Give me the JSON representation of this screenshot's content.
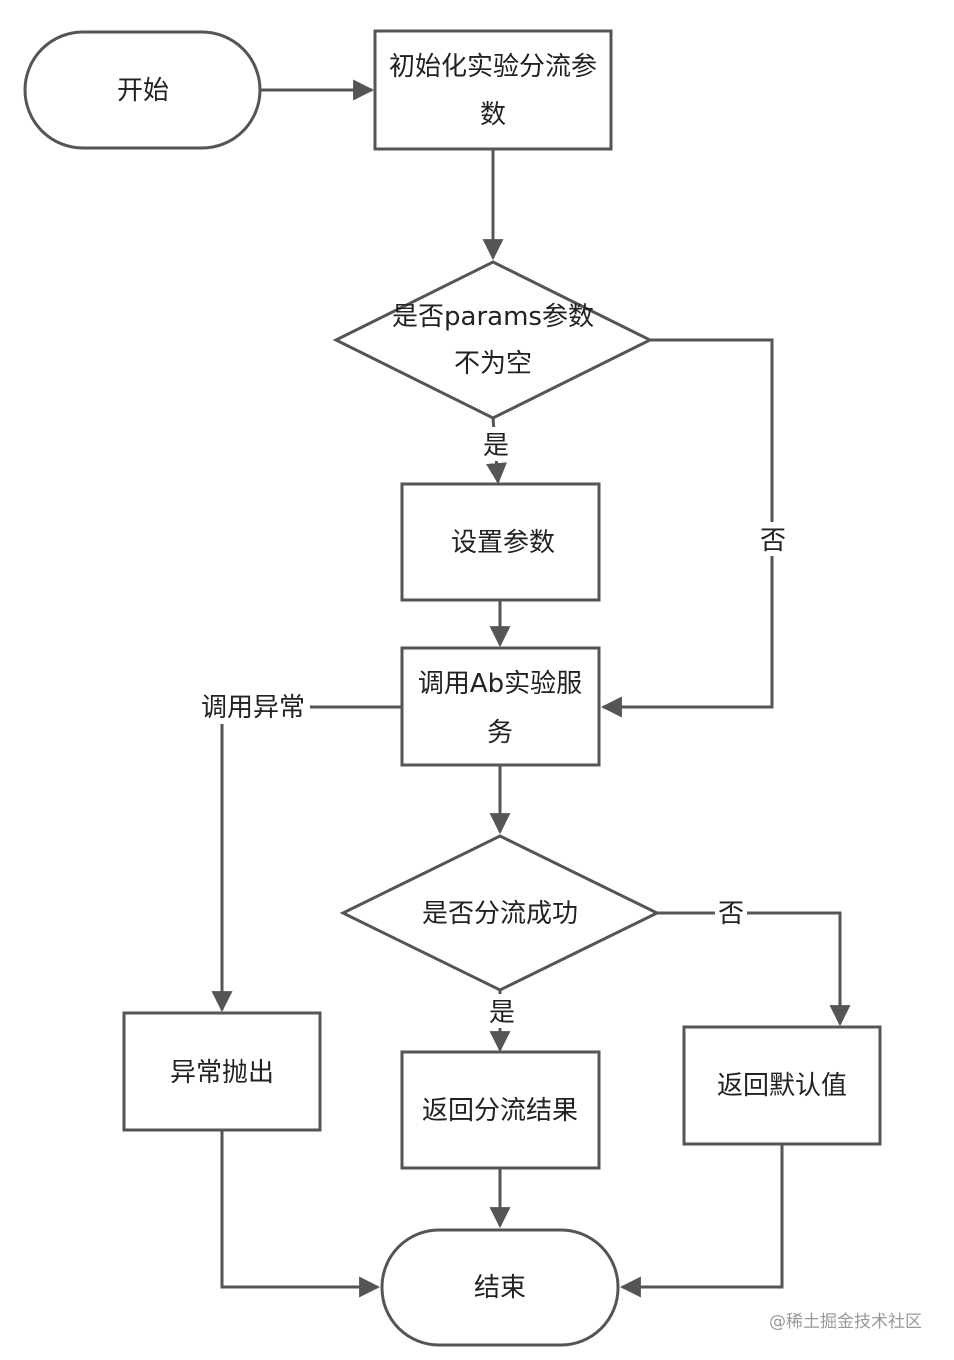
{
  "nodes": {
    "start": "开始",
    "init_line1": "初始化实验分流参",
    "init_line2": "数",
    "check_params_line1": "是否params参数",
    "check_params_line2": "不为空",
    "set_params": "设置参数",
    "call_ab_line1": "调用Ab实验服",
    "call_ab_line2": "务",
    "check_split": "是否分流成功",
    "throw_exception": "异常抛出",
    "return_result": "返回分流结果",
    "return_default": "返回默认值",
    "end": "结束"
  },
  "edges": {
    "params_yes": "是",
    "params_no": "否",
    "call_exception": "调用异常",
    "split_yes": "是",
    "split_no": "否"
  },
  "watermark": "@稀土掘金技术社区",
  "colors": {
    "stroke": "#555555",
    "text": "#222222",
    "background": "#ffffff"
  }
}
